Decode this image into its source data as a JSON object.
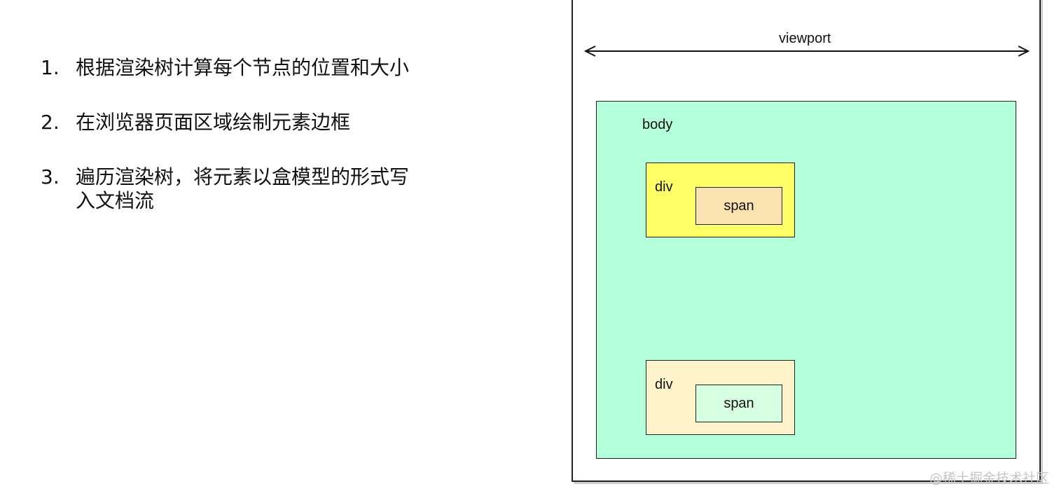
{
  "steps": [
    {
      "num": "1.",
      "text": "根据渲染树计算每个节点的位置和大小"
    },
    {
      "num": "2.",
      "text": "在浏览器页面区域绘制元素边框"
    },
    {
      "num": "3.",
      "text": "遍历渲染树，将元素以盒模型的形式写入文档流"
    }
  ],
  "diagram": {
    "viewport_label": "viewport",
    "body_label": "body",
    "div1": {
      "label": "div",
      "span_label": "span",
      "fill": "#ffff66",
      "span_fill": "#fae3b0"
    },
    "div2": {
      "label": "div",
      "span_label": "span",
      "fill": "#fff3cc",
      "span_fill": "#d7ffe1"
    },
    "body_fill": "#b3ffd9"
  },
  "watermark": "@稀土掘金技术社区"
}
